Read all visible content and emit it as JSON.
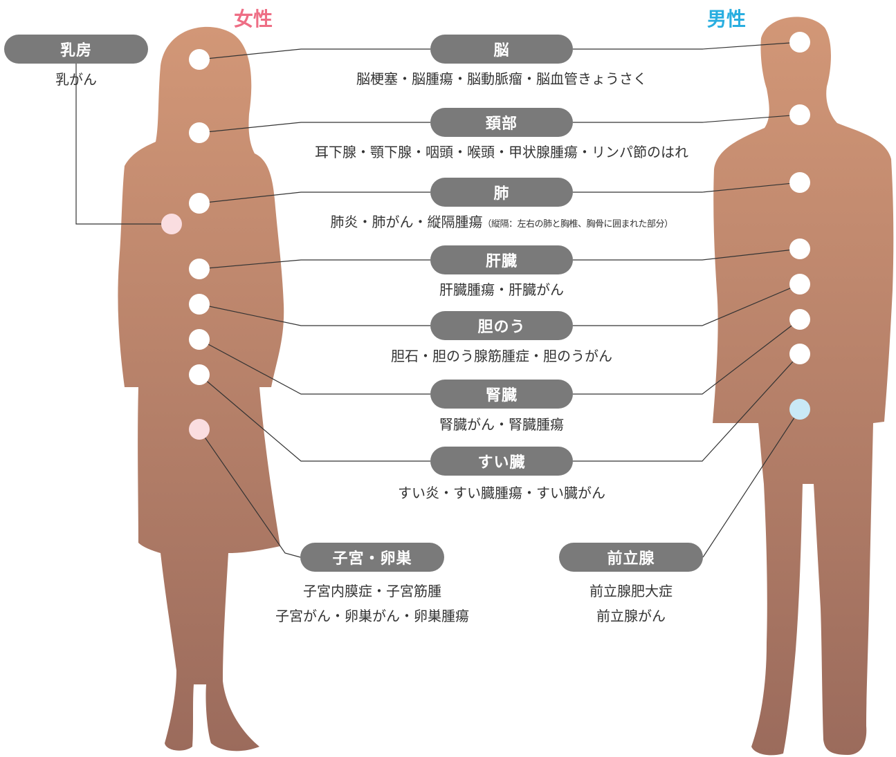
{
  "colors": {
    "silhouette_top": "#d29777",
    "silhouette_bottom": "#9b6b5c",
    "pill": "#7a7a7a",
    "marker_default": "#ffffff",
    "marker_female": "#fadde0",
    "marker_male": "#c9e9f6",
    "female_title": "#ee6e85",
    "male_title": "#29aee0",
    "line": "#333333"
  },
  "titles": {
    "female": "女性",
    "male": "男性"
  },
  "breast": {
    "label": "乳房",
    "desc": "乳がん"
  },
  "organs": [
    {
      "id": "brain",
      "label": "脳",
      "desc": "脳梗塞・脳腫瘍・脳動脈瘤・脳血管きょうさく"
    },
    {
      "id": "neck",
      "label": "頚部",
      "desc": "耳下腺・顎下腺・咽頭・喉頭・甲状腺腫瘍・リンパ節のはれ"
    },
    {
      "id": "lung",
      "label": "肺",
      "desc": "肺炎・肺がん・縦隔腫瘍",
      "note": "（縦隔：左右の肺と胸椎、胸骨に囲まれた部分）"
    },
    {
      "id": "liver",
      "label": "肝臓",
      "desc": "肝臓腫瘍・肝臓がん"
    },
    {
      "id": "gallbladder",
      "label": "胆のう",
      "desc": "胆石・胆のう腺筋腫症・胆のうがん"
    },
    {
      "id": "kidney",
      "label": "腎臓",
      "desc": "腎臓がん・腎臓腫瘍"
    },
    {
      "id": "pancreas",
      "label": "すい臓",
      "desc": "すい炎・すい臓腫瘍・すい臓がん"
    }
  ],
  "uterus": {
    "label": "子宮・卵巣",
    "desc_line1": "子宮内膜症・子宮筋腫",
    "desc_line2": "子宮がん・卵巣がん・卵巣腫瘍"
  },
  "prostate": {
    "label": "前立腺",
    "desc_line1": "前立腺肥大症",
    "desc_line2": "前立腺がん"
  }
}
